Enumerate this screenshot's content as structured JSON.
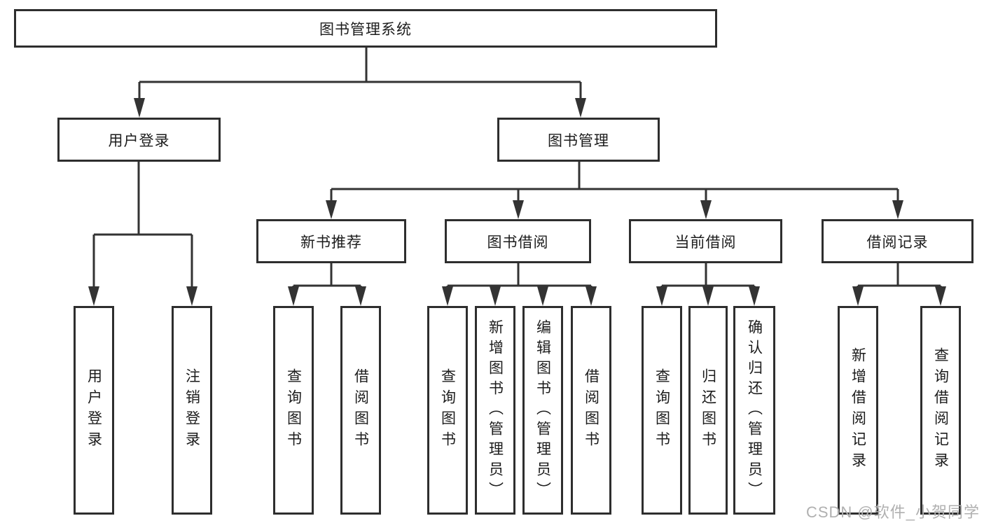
{
  "tree": {
    "label": "图书管理系统",
    "children": [
      {
        "label": "用户登录",
        "children": [
          {
            "label": "用户登录"
          },
          {
            "label": "注销登录"
          }
        ]
      },
      {
        "label": "图书管理",
        "children": [
          {
            "label": "新书推荐",
            "children": [
              {
                "label": "查询图书"
              },
              {
                "label": "借阅图书"
              }
            ]
          },
          {
            "label": "图书借阅",
            "children": [
              {
                "label": "查询图书"
              },
              {
                "label": "新增图书（管理员）"
              },
              {
                "label": "编辑图书（管理员）"
              },
              {
                "label": "借阅图书"
              }
            ]
          },
          {
            "label": "当前借阅",
            "children": [
              {
                "label": "查询图书"
              },
              {
                "label": "归还图书"
              },
              {
                "label": "确认归还（管理员）"
              }
            ]
          },
          {
            "label": "借阅记录",
            "children": [
              {
                "label": "新增借阅记录"
              },
              {
                "label": "查询借阅记录"
              }
            ]
          }
        ]
      }
    ]
  },
  "watermark": "CSDN @软件_小贺同学",
  "colors": {
    "line": "#333333",
    "box_border": "#2e2e2e",
    "text": "#1c1c1c",
    "watermark": "#b0b0b0",
    "background": "#ffffff"
  }
}
